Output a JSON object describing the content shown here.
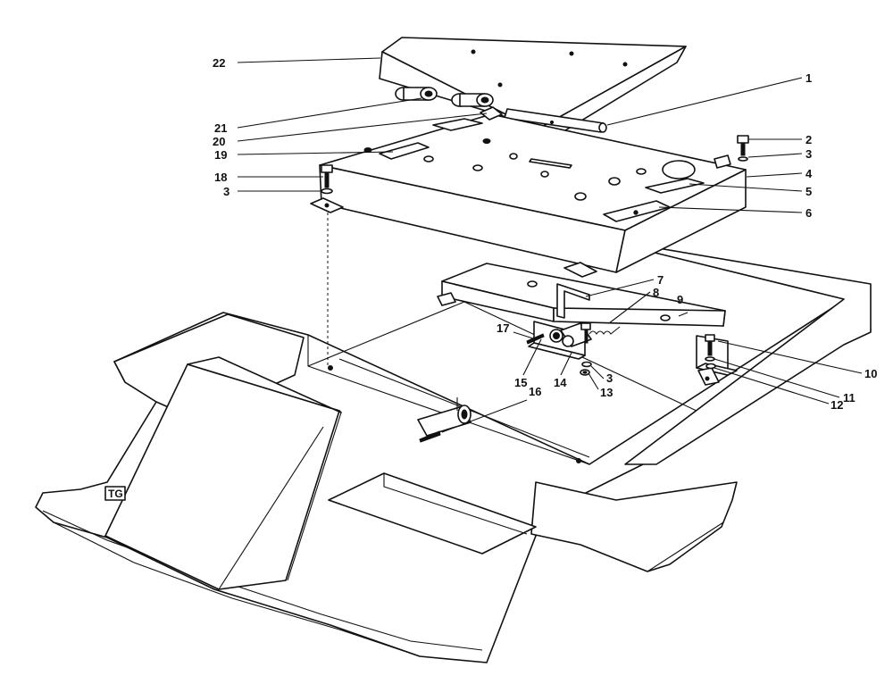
{
  "callouts": [
    {
      "id": "1",
      "label": "1"
    },
    {
      "id": "2",
      "label": "2"
    },
    {
      "id": "3a",
      "label": "3"
    },
    {
      "id": "4",
      "label": "4"
    },
    {
      "id": "5",
      "label": "5"
    },
    {
      "id": "6",
      "label": "6"
    },
    {
      "id": "7",
      "label": "7"
    },
    {
      "id": "8",
      "label": "8"
    },
    {
      "id": "9",
      "label": "9"
    },
    {
      "id": "10",
      "label": "10"
    },
    {
      "id": "11",
      "label": "11"
    },
    {
      "id": "12",
      "label": "12"
    },
    {
      "id": "13",
      "label": "13"
    },
    {
      "id": "3b",
      "label": "3"
    },
    {
      "id": "14",
      "label": "14"
    },
    {
      "id": "15",
      "label": "15"
    },
    {
      "id": "16",
      "label": "16"
    },
    {
      "id": "17",
      "label": "17"
    },
    {
      "id": "18",
      "label": "18"
    },
    {
      "id": "3c",
      "label": "3"
    },
    {
      "id": "19",
      "label": "19"
    },
    {
      "id": "20",
      "label": "20"
    },
    {
      "id": "21",
      "label": "21"
    },
    {
      "id": "22",
      "label": "22"
    }
  ],
  "chassis_mark": "TG"
}
